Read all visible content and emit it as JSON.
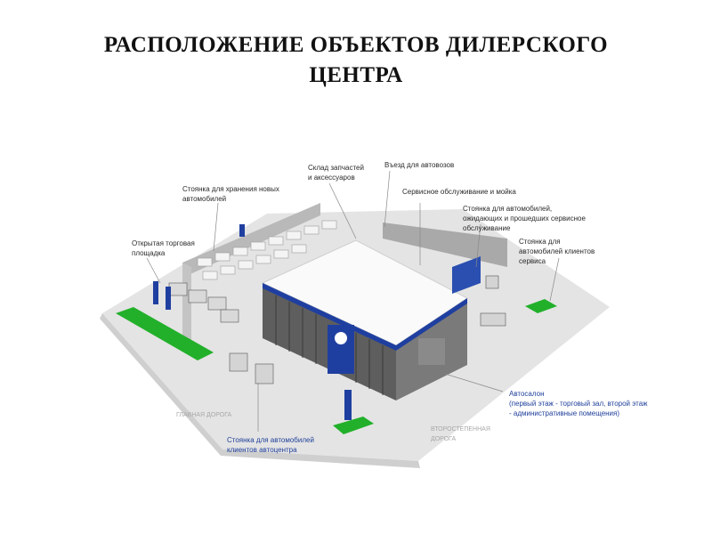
{
  "title": {
    "line1": "РАСПОЛОЖЕНИЕ ОБЪЕКТОВ ДИЛЕРСКОГО",
    "line2": "ЦЕНТРА"
  },
  "labels": {
    "warehouse": "Склад запчастей и аксессуаров",
    "entrance": "Въезд для автовозов",
    "new_cars_parking": "Стоянка для хранения новых автомобилей",
    "service": "Сервисное обслуживание и мойка",
    "waiting_parking": "Стоянка для автомобилей, ожидающих и прошедших сервисное обслуживание",
    "open_area": "Открытая торговая площадка",
    "service_clients_parking": "Стоянка для автомобилей клиентов сервиса",
    "showroom_title": "Автосалон",
    "showroom_desc": "(первый этаж - торговый зал, второй этаж - административные помещения)",
    "main_road": "ГЛАВНАЯ ДОРОГА",
    "secondary_road": "ВТОРОСТЕПЕННАЯ ДОРОГА",
    "clients_parking": "Стоянка для автомобилей клиентов автоцентра"
  },
  "colors": {
    "brand_blue": "#1f3fa0",
    "grass": "#22b02a",
    "ground": "#e6e6e6",
    "roof": "#fafafa"
  }
}
